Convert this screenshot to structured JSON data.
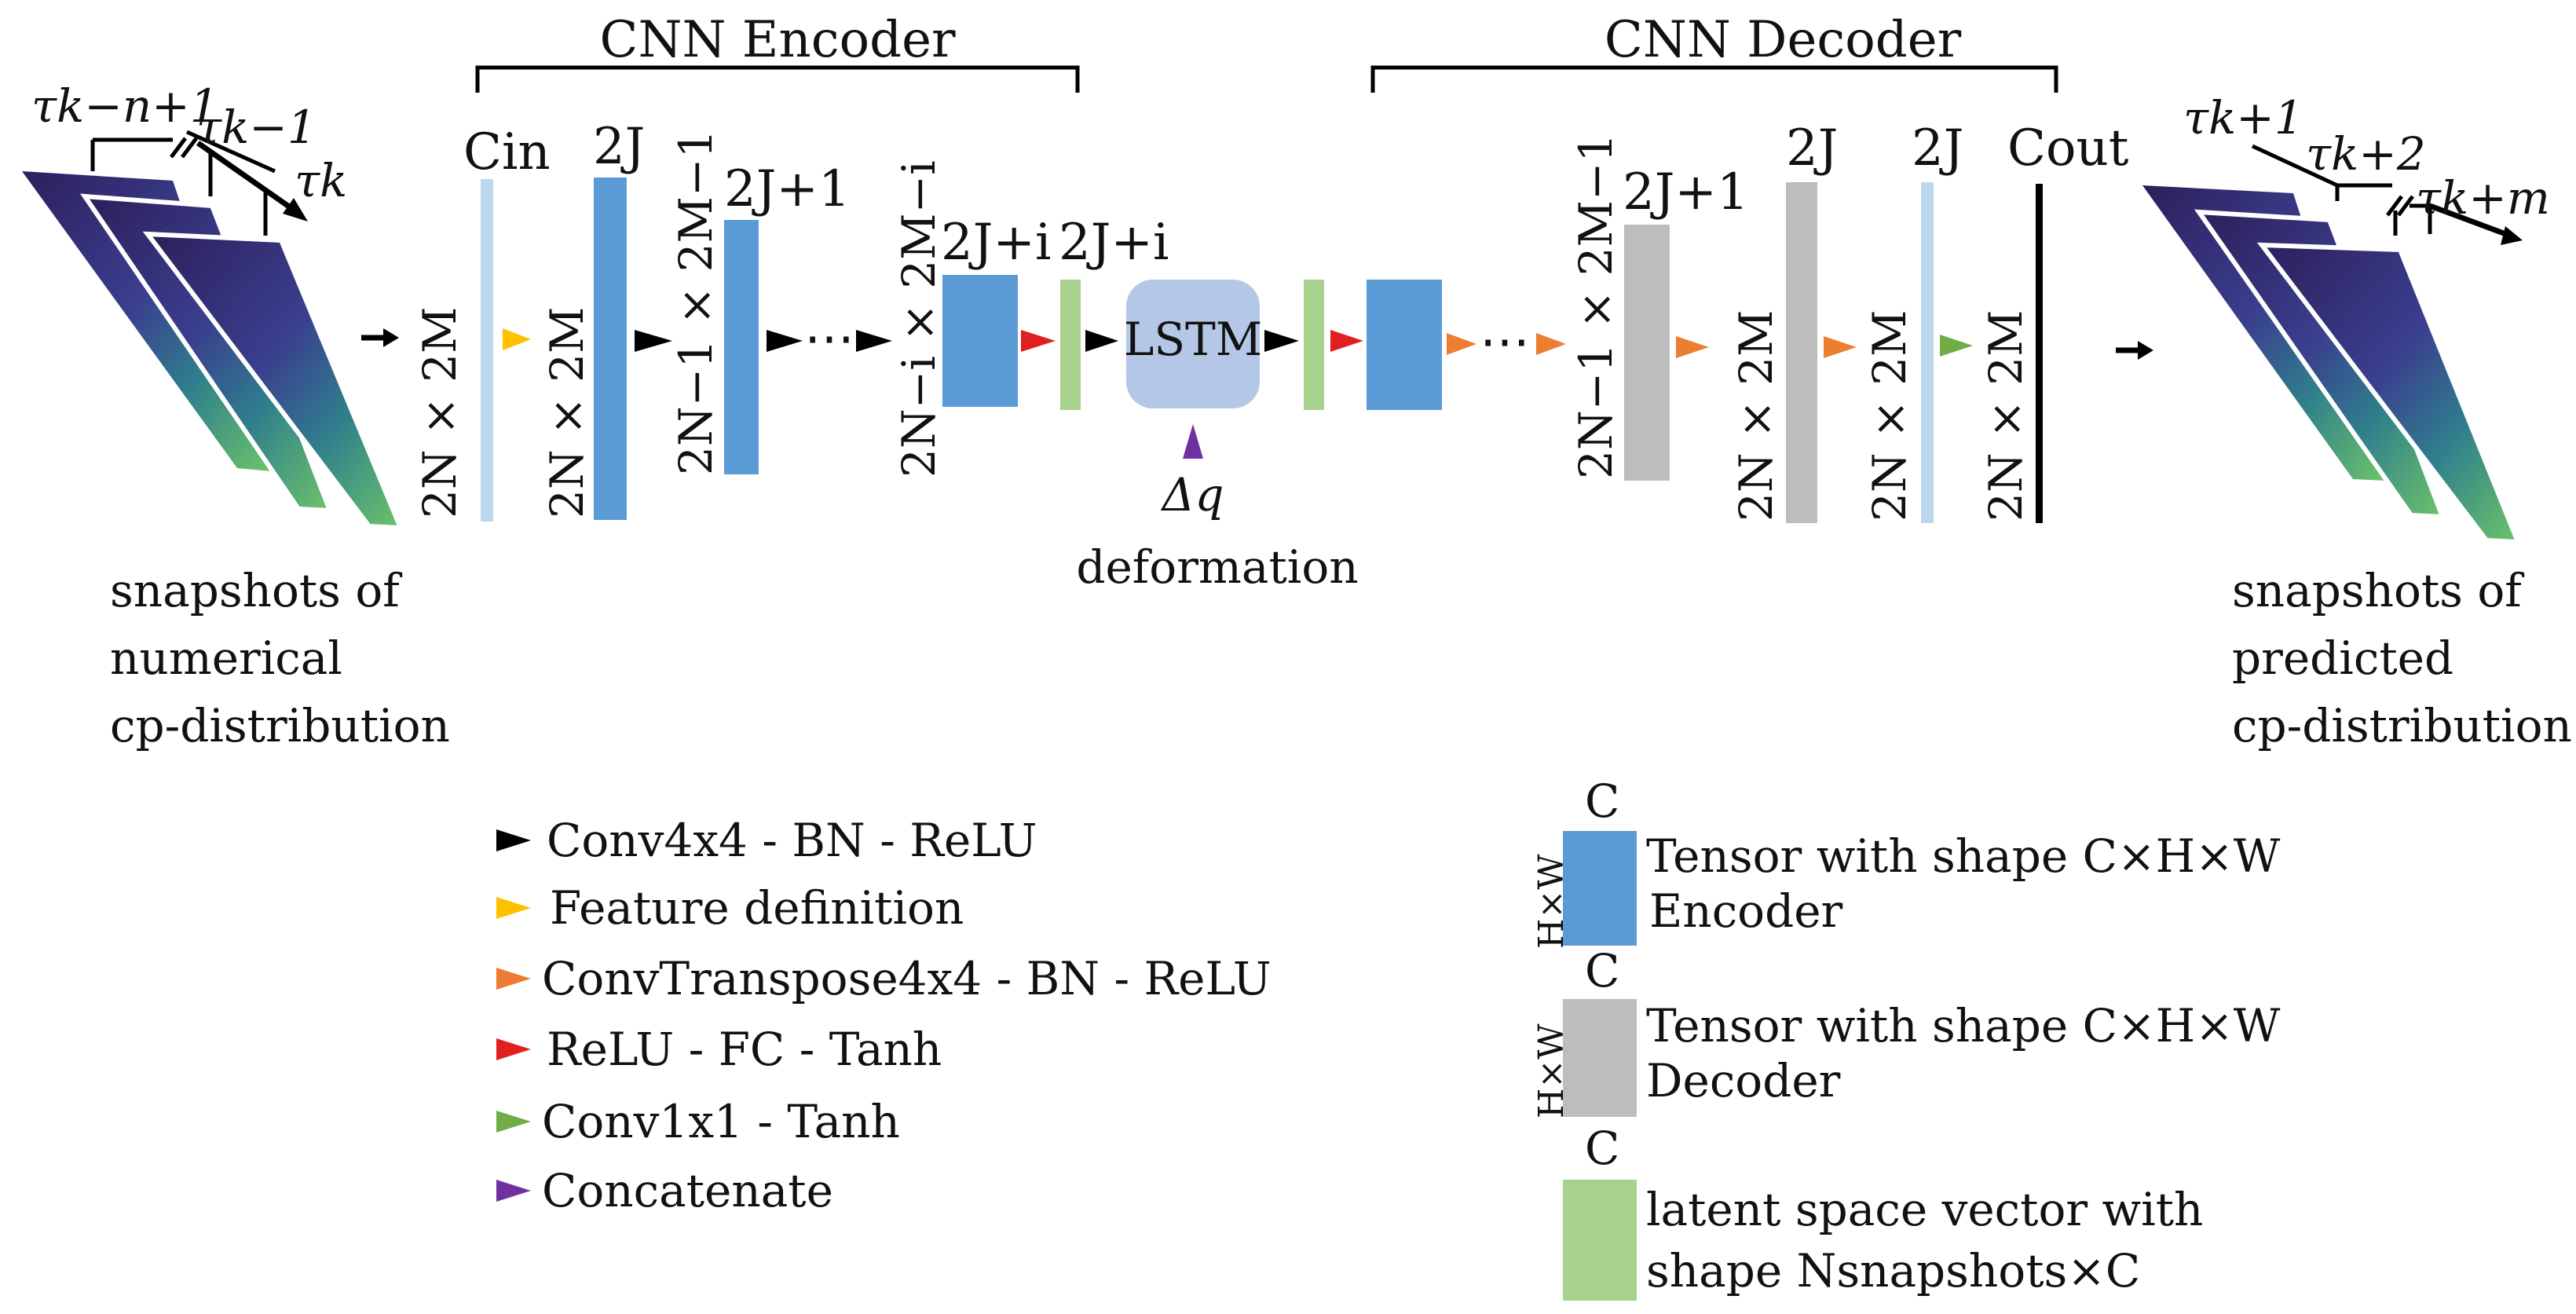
{
  "header": {
    "encoder_title": "CNN Encoder",
    "decoder_title": "CNN Decoder"
  },
  "input_side": {
    "tau_labels": [
      "τk−n+1",
      "τk−1",
      "τk"
    ],
    "caption": [
      "snapshots of",
      "numerical",
      "cp-distribution"
    ]
  },
  "output_side": {
    "tau_labels": [
      "τk+1",
      "τk+2",
      "τk+m"
    ],
    "caption": [
      "snapshots of",
      "predicted",
      "cp-distribution"
    ]
  },
  "encoder": {
    "layers": [
      {
        "channels": "Cin",
        "dims": "2N × 2M",
        "color": "#bcd7ee"
      },
      {
        "channels": "2J",
        "dims": "2N × 2M",
        "color": "#5b9bd5"
      },
      {
        "channels": "2J+1",
        "dims": "2N−1 × 2M−1",
        "color": "#5b9bd5"
      },
      {
        "channels": "2J+i",
        "dims": "2N−i × 2M−i",
        "color": "#5b9bd5"
      }
    ],
    "latent_label": "2J+i",
    "dots": "⋯"
  },
  "lstm": {
    "label": "LSTM",
    "input_symbol": "Δq",
    "input_label": "deformation",
    "color": "#b4c7e7"
  },
  "decoder": {
    "layers": [
      {
        "channels": "2J+1",
        "dims": "2N−1 × 2M−1",
        "color": "#bdbdbd"
      },
      {
        "channels": "2J",
        "dims": "2N × 2M",
        "color": "#bdbdbd"
      },
      {
        "channels": "2J",
        "dims": "2N × 2M",
        "color": "#bcd7ee"
      },
      {
        "channels": "Cout",
        "dims": "2N × 2M",
        "color": "#000000"
      }
    ],
    "dots": "⋯"
  },
  "legend_ops": [
    {
      "label": "Conv4x4 - BN - ReLU",
      "color": "#000000"
    },
    {
      "label": "Feature definition",
      "color": "#ffc000"
    },
    {
      "label": "ConvTranspose4x4 - BN - ReLU",
      "color": "#ed7d31"
    },
    {
      "label": "ReLU - FC - Tanh",
      "color": "#e02020"
    },
    {
      "label": "Conv1x1 - Tanh",
      "color": "#70ad47"
    },
    {
      "label": "Concatenate",
      "color": "#7030a0"
    }
  ],
  "legend_shapes": [
    {
      "top": "C",
      "side": "H×W",
      "line1": "Tensor with shape C×H×W",
      "line2": "Encoder",
      "color": "#5b9bd5"
    },
    {
      "top": "C",
      "side": "H×W",
      "line1": "Tensor with shape C×H×W",
      "line2": "Decoder",
      "color": "#bdbdbd"
    },
    {
      "top": "C",
      "side": "",
      "line1": "latent space vector with",
      "line2": "shape Nsnapshots×C",
      "color": "#a9d18e"
    }
  ],
  "colors": {
    "arrow_black": "#000000",
    "feature": "#ffc000",
    "transpose": "#ed7d31",
    "fc": "#e02020",
    "conv1x1": "#70ad47",
    "concat": "#7030a0",
    "latent": "#a9d18e",
    "snapshot_dark": "#3b2a6e",
    "snapshot_mid": "#2b8a8a",
    "snapshot_light": "#7ccb6a"
  }
}
